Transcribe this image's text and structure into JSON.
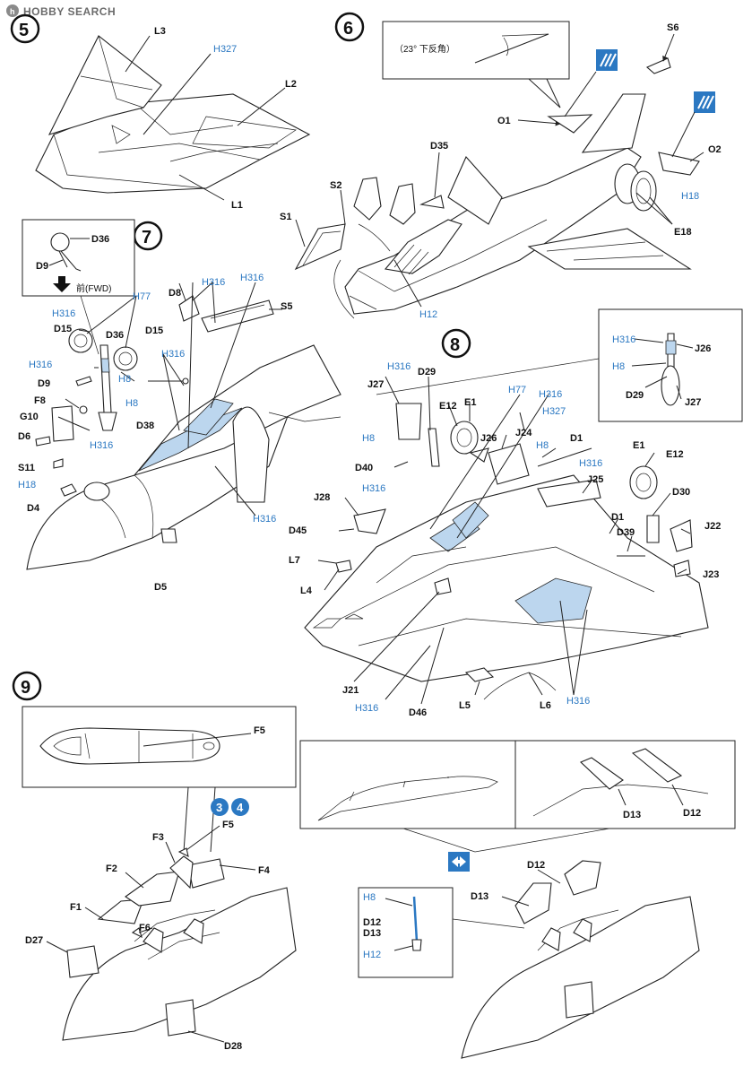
{
  "watermark": "HOBBY SEARCH",
  "steps": {
    "s5": "5",
    "s6": "6",
    "s7": "7",
    "s8": "8",
    "s9": "9"
  },
  "callouts": {
    "s6_angle": "（23°  下反角）",
    "s7_fwd": "前(FWD)",
    "badge3": "3",
    "badge4": "4"
  },
  "labels": {
    "L3": "L3",
    "L2": "L2",
    "L1": "L1",
    "S6": "S6",
    "O1": "O1",
    "O2": "O2",
    "D35": "D35",
    "S2": "S2",
    "S1": "S1",
    "E18": "E18",
    "D36": "D36",
    "D9": "D9",
    "D8": "D8",
    "S5": "S5",
    "D15a": "D15",
    "D36b": "D36",
    "D15b": "D15",
    "D9b": "D9",
    "F8": "F8",
    "D38": "D38",
    "G10": "G10",
    "D6": "D6",
    "S11": "S11",
    "D4": "D4",
    "D5": "D5",
    "J26": "J26",
    "D29": "D29",
    "J27": "J27",
    "J27b": "J27",
    "D29b": "D29",
    "E12": "E12",
    "E1": "E1",
    "J26b": "J26",
    "J24": "J24",
    "D1": "D1",
    "D40": "D40",
    "E1b": "E1",
    "E12b": "E12",
    "J25": "J25",
    "D30": "D30",
    "D1b": "D1",
    "D39": "D39",
    "J22": "J22",
    "J23": "J23",
    "J28": "J28",
    "D45": "D45",
    "L7": "L7",
    "L4": "L4",
    "J21": "J21",
    "D46": "D46",
    "L5": "L5",
    "L6": "L6",
    "F5": "F5",
    "F5b": "F5",
    "F3": "F3",
    "F2": "F2",
    "F4": "F4",
    "F1": "F1",
    "F6": "F6",
    "D27": "D27",
    "D28": "D28",
    "D13": "D13",
    "D12": "D12",
    "D12b": "D12",
    "D13b": "D13",
    "D12c": "D12",
    "D13c": "D13"
  },
  "hparts": {
    "h327a": "H327",
    "h18a": "H18",
    "h12a": "H12",
    "h316a": "H316",
    "h316b": "H316",
    "h77a": "H77",
    "h316c": "H316",
    "h8a": "H8",
    "h8b": "H8",
    "h316d": "H316",
    "h316e": "H316",
    "h316f": "H316",
    "h18b": "H18",
    "h316g": "H316",
    "h316h": "H316",
    "h8c": "H8",
    "h316i": "H316",
    "h77b": "H77",
    "h316j": "H316",
    "h327b": "H327",
    "h8d": "H8",
    "h316k": "H316",
    "h8e": "H8",
    "h316l": "H316",
    "h316m": "H316",
    "h316n": "H316",
    "h8f": "H8",
    "h12b": "H12"
  }
}
